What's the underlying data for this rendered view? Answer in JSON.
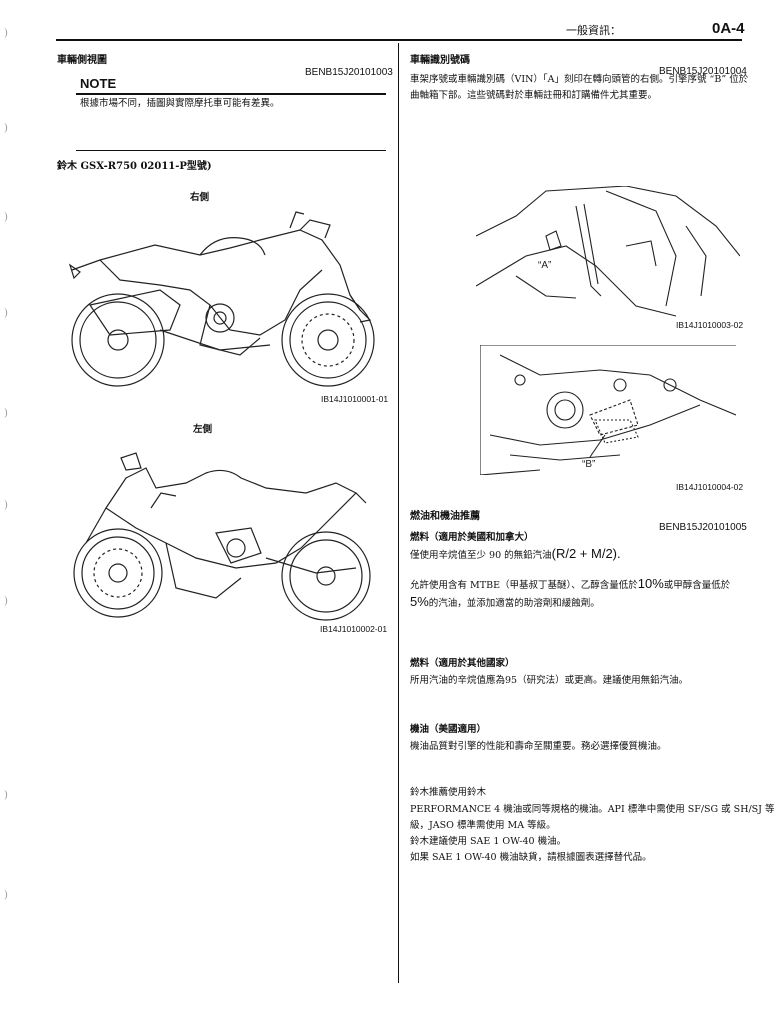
{
  "header": {
    "section": "一般資訊：",
    "page": "0A-4"
  },
  "left": {
    "section_title": "車輛側視圖",
    "section_code": "BENB15J20101003",
    "note_title": "NOTE",
    "note_text": "根據市場不同，插圖與實際摩托車可能有差異。",
    "model_title": "鈴木 GSX-R750 02011-P型號)",
    "right_side_label": "右側",
    "right_side_caption": "IB14J1010001-01",
    "left_side_label": "左側",
    "left_side_caption": "IB14J1010002-01"
  },
  "right": {
    "vin_title": "車輛識別號碼",
    "vin_code": "BENB15J20101004",
    "vin_text_1": "車架序號或車輛識別碼（VIN）「A」刻印在轉向頭管的右側。引擎序號 “B” 位於",
    "vin_text_2": "曲軸箱下部。這些號碼對於車輛註冊和訂購備件尤其重要。",
    "label_a": "“A”",
    "fig1_caption": "IB14J1010003-02",
    "label_b": "“B”",
    "fig2_caption": "IB14J1010004-02",
    "fuel_oil_title": "燃油和機油推薦",
    "fuel_oil_code": "BENB15J20101005",
    "fuel_us_title": "燃料（適用於美國和加拿大）",
    "fuel_us_text": "僅使用辛烷值至少 90 的無鉛汽油",
    "fuel_us_formula": "(R/2 + M/2).",
    "mtbe_1a": "允許使用含有 MTBE（甲基叔丁基醚）、乙醇含量低於",
    "mtbe_1b": "10%",
    "mtbe_1c": "或甲醇含量低於",
    "mtbe_2a": "5%",
    "mtbe_2b": "的汽油，並添加適當的助溶劑和緩蝕劑。",
    "fuel_other_title": "燃料（適用於其他國家）",
    "fuel_other_text": "所用汽油的辛烷值應為95（研究法）或更高。建議使用無鉛汽油。",
    "oil_us_title": "機油（美國適用）",
    "oil_us_text": "機油品質對引擎的性能和壽命至關重要。務必選擇優質機油。",
    "suzuki_title": "鈴木推薦使用鈴木",
    "suzuki_text_1": "PERFORMANCE 4 機油或同等規格的機油。API 標準中需使用 SF/SG 或 SH/SJ 等",
    "suzuki_text_2": "級，JASO 標準需使用 MA 等級。",
    "suzuki_text_3": "鈴木建議使用 SAE 1 OW-40 機油。",
    "suzuki_text_4": "如果 SAE 1 OW-40 機油缺貨，請根據圖表選擇替代品。"
  },
  "margin_marks": [
    ")",
    ")",
    ")",
    ")",
    ")",
    ")",
    ")",
    ")",
    ")"
  ]
}
